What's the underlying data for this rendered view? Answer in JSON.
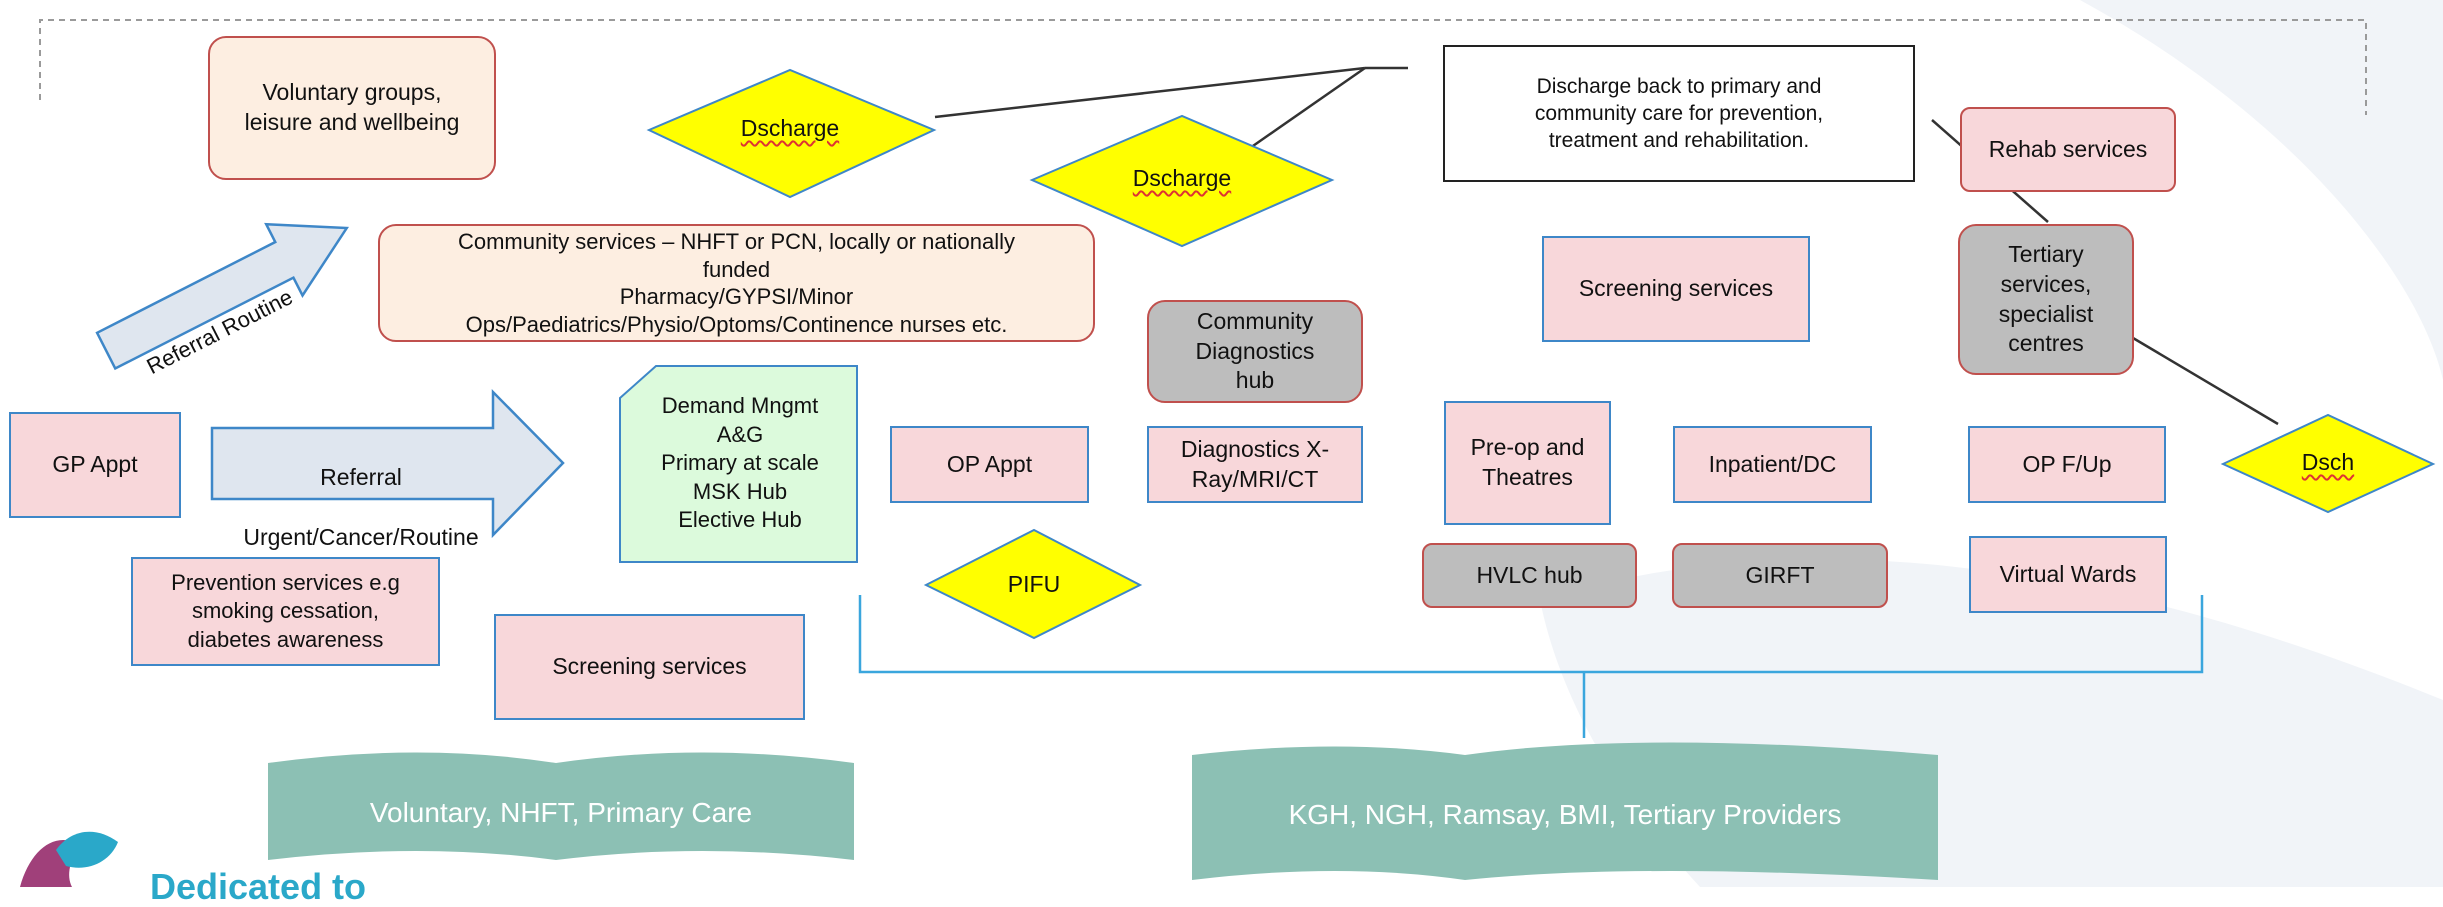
{
  "colors": {
    "pink_fill": "#f8d7da",
    "blue_border": "#3e87c8",
    "red_border": "#c0504d",
    "peach_fill": "#fdeee1",
    "grey_fill": "#bdbdbd",
    "diamond_fill": "#ffff00",
    "green_fill": "#dcfadc",
    "teal_banner": "#8cc0b4",
    "arrow_fill": "#dfe6ef",
    "logo_teal": "#2aa8c9",
    "logo_purple": "#a0407a"
  },
  "nodes": {
    "voluntary_groups": "Voluntary groups,\nleisure and wellbeing",
    "discharge_left": "Dscharge",
    "discharge_center": "Dscharge",
    "discharge_back": "Discharge back to primary and\ncommunity care for prevention,\ntreatment and rehabilitation.",
    "rehab_services": "Rehab services",
    "community_services": "Community services – NHFT or PCN, locally or nationally\nfunded\nPharmacy/GYPSI/Minor\nOps/Paediatrics/Physio/Optoms/Continence nurses etc.",
    "community_diagnostics_hub": "Community\nDiagnostics\nhub",
    "screening_services_top": "Screening services",
    "tertiary_services": "Tertiary\nservices,\nspecialist\ncentres",
    "gp_appt": "GP Appt",
    "demand_management": "Demand Mngmt\nA&G\nPrimary at scale\nMSK Hub\nElective Hub",
    "op_appt": "OP Appt",
    "diagnostics_xray": "Diagnostics X-\nRay/MRI/CT",
    "preop_theatres": "Pre-op and\nTheatres",
    "inpatient_dc": "Inpatient/DC",
    "op_followup": "OP F/Up",
    "dsch": "Dsch",
    "prevention_services": "Prevention services e.g\nsmoking cessation,\ndiabetes awareness",
    "pifu": "PIFU",
    "hvlc_hub": "HVLC hub",
    "girft": "GIRFT",
    "virtual_wards": "Virtual Wards",
    "screening_services_bottom": "Screening services"
  },
  "arrows": {
    "referral_routine": "Referral Routine",
    "referral_urgent_line1": "Referral",
    "referral_urgent_line2": "Urgent/Cancer/Routine"
  },
  "banners": {
    "left": "Voluntary, NHFT, Primary Care",
    "right": "KGH, NGH, Ramsay, BMI, Tertiary Providers"
  },
  "logo": {
    "text": "Dedicated to"
  }
}
